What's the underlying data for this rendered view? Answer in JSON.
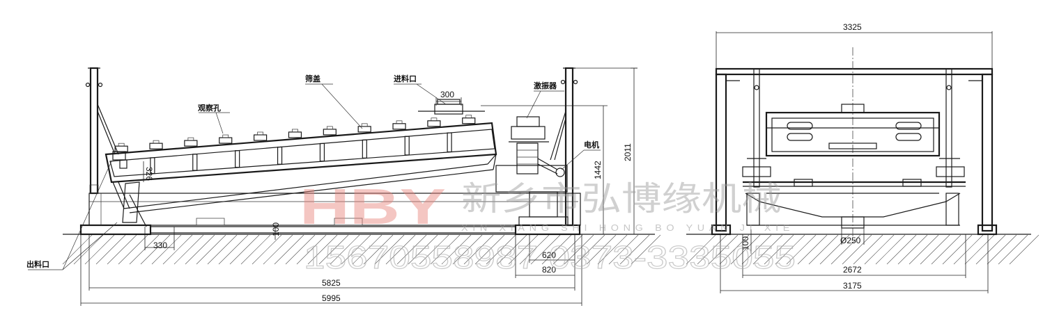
{
  "labels": {
    "observation_hole": "观察孔",
    "screen_cover": "筛盖",
    "inlet": "进料口",
    "vibrator": "激振器",
    "motor": "电机",
    "outlet": "出料口"
  },
  "dims": {
    "d300": "300",
    "d326": "326",
    "d1442": "1442",
    "d2011": "2011",
    "d330": "330",
    "d100_left": "100",
    "d620": "620",
    "d820": "820",
    "d5825": "5825",
    "d5995": "5995",
    "d3325": "3325",
    "d100_right": "100",
    "d250": "Ø250",
    "d2672": "2672",
    "d3175": "3175"
  },
  "watermark": {
    "logo": "HBY",
    "company_cn": "新乡市弘博缘机械",
    "company_py": "XIN XIANG SHI HONG BO YUAN JI XIE",
    "phones": "15670558987  0373-3335055"
  },
  "colors": {
    "line": "#1a1a1a",
    "logo": "#e8827a",
    "watermark": "#999999"
  }
}
